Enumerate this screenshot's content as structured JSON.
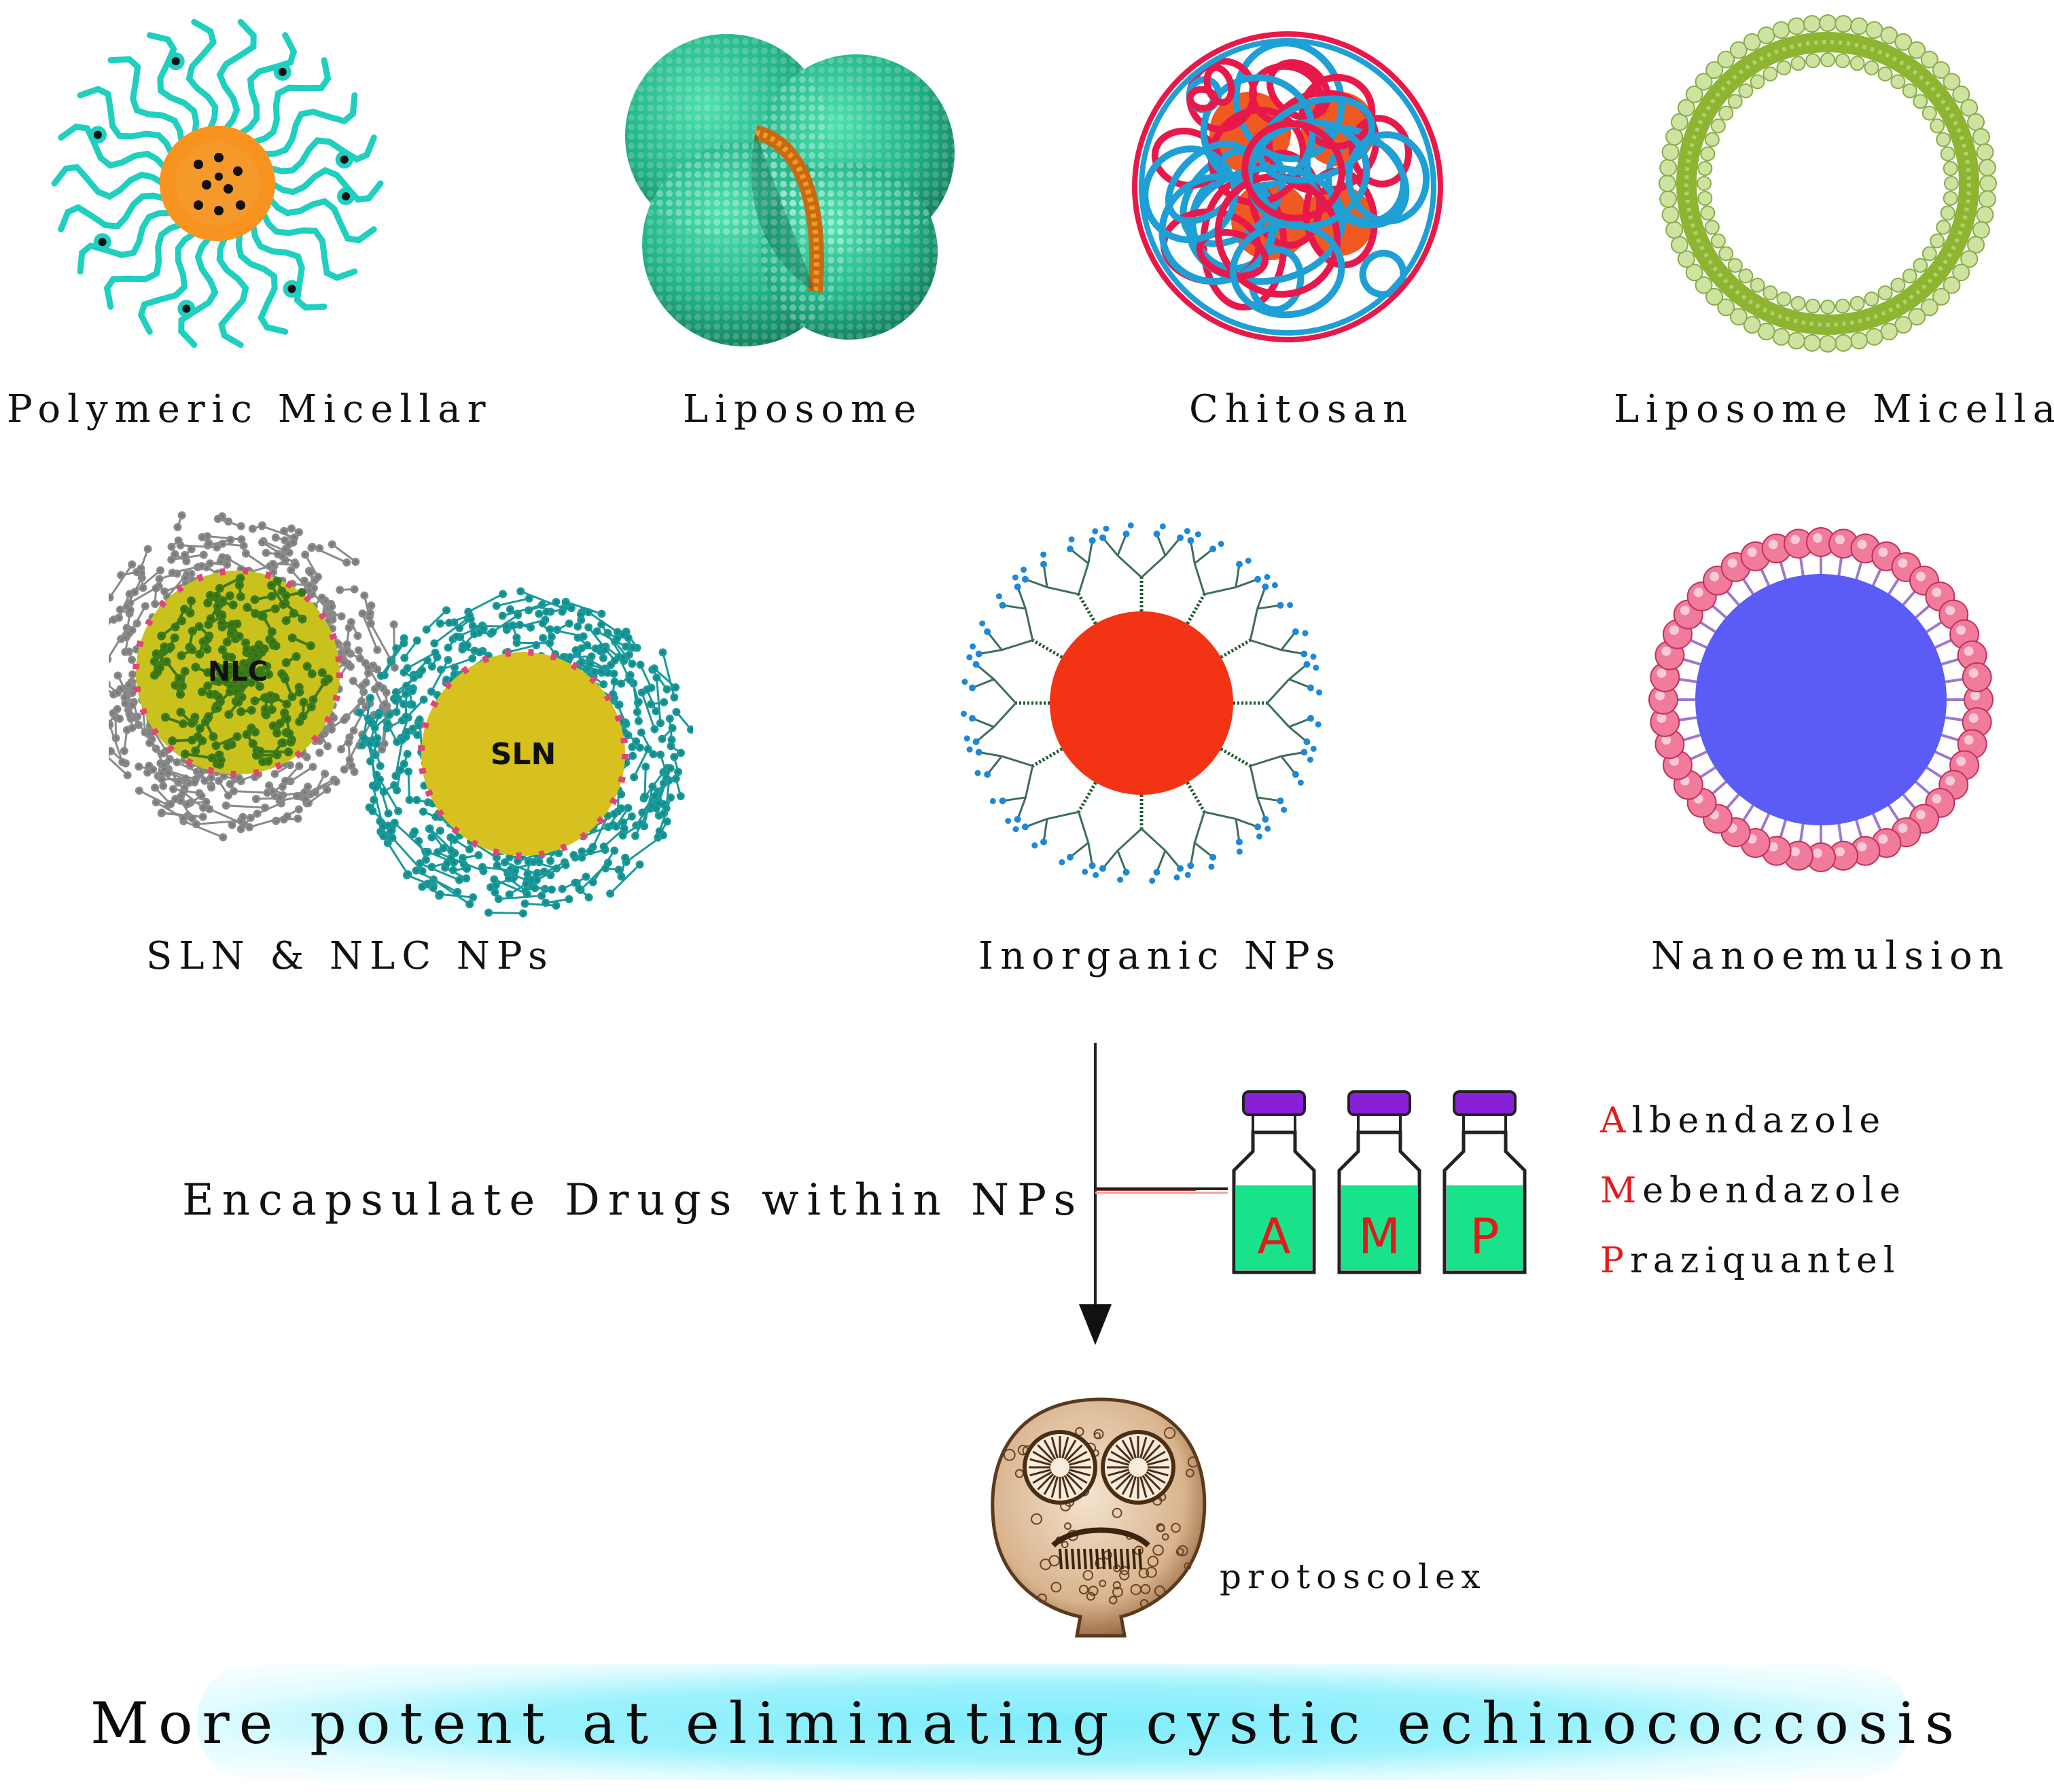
{
  "labels": {
    "polymeric_micellar": "Polymeric Micellar",
    "liposome": "Liposome",
    "chitosan": "Chitosan",
    "liposome_micellar": "Liposome Micellar",
    "sln_nlc": "SLN & NLC NPs",
    "inorganic": "Inorganic NPs",
    "nanoemulsion": "Nanoemulsion",
    "encapsulate": "Encapsulate Drugs within NPs",
    "protoscolex": "protoscolex",
    "bottom": "More potent at eliminating cystic echinococcosis"
  },
  "particle_text": {
    "nlc": "NLC",
    "sln": "SLN"
  },
  "bottles": [
    {
      "letter": "A"
    },
    {
      "letter": "M"
    },
    {
      "letter": "P"
    }
  ],
  "drugs": [
    {
      "initial": "A",
      "rest": "lbendazole"
    },
    {
      "initial": "M",
      "rest": "ebendazole"
    },
    {
      "initial": "P",
      "rest": "raziquantel"
    }
  ],
  "colors": {
    "micelle_tail": "#1fcfbf",
    "micelle_core": "#f7931e",
    "liposome": "#27b98a",
    "chitosan_red": "#e8194a",
    "chitosan_blue": "#1e9fd6",
    "bilayer_green": "#8db531",
    "nlc_yellow": "#c9c21c",
    "sln_yellow": "#d6c11e",
    "sln_teal": "#1a9a9a",
    "inorganic_core": "#f23414",
    "emulsion_core": "#5b5bf5",
    "emulsion_shell": "#f07b9b",
    "bottle_liquid": "#19e38a",
    "bottle_cap": "#8a1fd8",
    "drug_initial": "#e01b1b",
    "glow": "#8ef0fb"
  }
}
